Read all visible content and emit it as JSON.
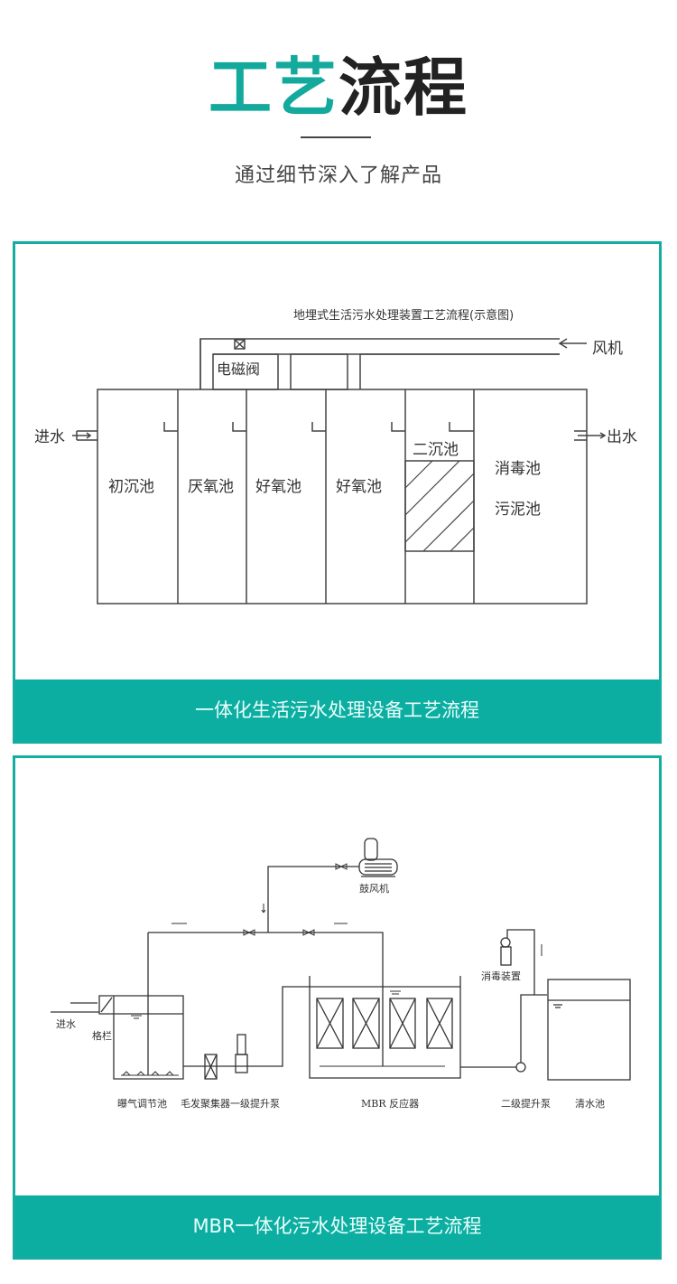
{
  "header": {
    "title_part1": "工艺",
    "title_part2": "流程",
    "subtitle": "通过细节深入了解产品"
  },
  "colors": {
    "accent": "#14a99d",
    "banner": "#0daea2",
    "dark": "#222222"
  },
  "diagram1": {
    "caption": "地埋式生活污水处理装置工艺流程(示意图)",
    "blower": "风机",
    "valve": "电磁阀",
    "inlet": "进水",
    "outlet": "出水",
    "tanks": [
      "初沉池",
      "厌氧池",
      "好氧池",
      "好氧池",
      "二沉池",
      "消毒池",
      "污泥池"
    ],
    "banner": "一体化生活污水处理设备工艺流程"
  },
  "diagram2": {
    "blower": "鼓风机",
    "inlet": "进水",
    "screen": "格栏",
    "disinfection": "消毒装置",
    "labels": [
      "曝气调节池",
      "毛发聚集器一级提升泵",
      "MBR 反应器",
      "二级提升泵",
      "清水池"
    ],
    "banner": "MBR一体化污水处理设备工艺流程"
  }
}
